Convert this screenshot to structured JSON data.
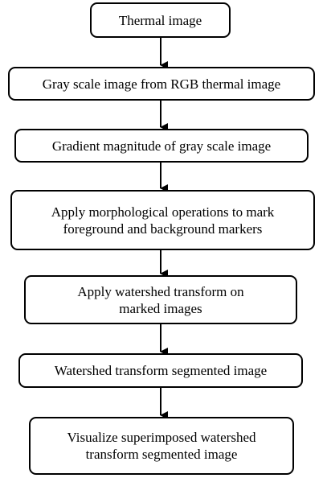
{
  "diagram": {
    "steps": [
      {
        "lines": [
          "Thermal image"
        ]
      },
      {
        "lines": [
          "Gray scale image from RGB thermal image"
        ]
      },
      {
        "lines": [
          "Gradient magnitude of gray scale image"
        ]
      },
      {
        "lines": [
          "Apply morphological operations to mark",
          "foreground and background markers"
        ]
      },
      {
        "lines": [
          "Apply watershed transform on",
          "marked images"
        ]
      },
      {
        "lines": [
          "Watershed transform segmented image"
        ]
      },
      {
        "lines": [
          "Visualize superimposed watershed",
          "transform segmented image"
        ]
      }
    ],
    "colors": {
      "stroke": "#000000",
      "fill": "#ffffff",
      "text": "#000000"
    }
  }
}
